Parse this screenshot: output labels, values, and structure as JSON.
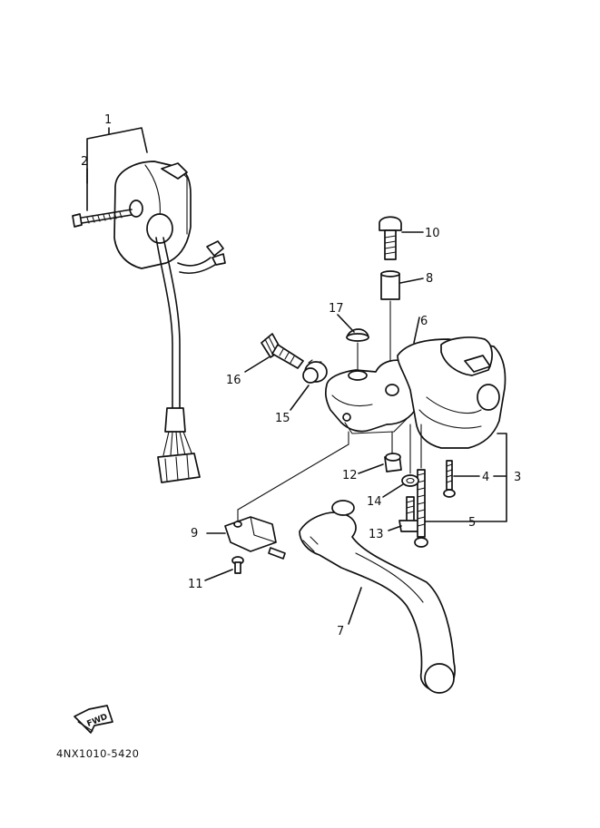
{
  "callouts": [
    {
      "id": "1",
      "label": "1"
    },
    {
      "id": "2",
      "label": "2"
    },
    {
      "id": "3",
      "label": "3"
    },
    {
      "id": "4",
      "label": "4"
    },
    {
      "id": "5",
      "label": "5"
    },
    {
      "id": "6",
      "label": "6"
    },
    {
      "id": "7",
      "label": "7"
    },
    {
      "id": "8",
      "label": "8"
    },
    {
      "id": "9",
      "label": "9"
    },
    {
      "id": "10",
      "label": "10"
    },
    {
      "id": "11",
      "label": "11"
    },
    {
      "id": "12",
      "label": "12"
    },
    {
      "id": "13",
      "label": "13"
    },
    {
      "id": "14",
      "label": "14"
    },
    {
      "id": "15",
      "label": "15"
    },
    {
      "id": "16",
      "label": "16"
    },
    {
      "id": "17",
      "label": "17"
    }
  ],
  "direction_marker": {
    "text": "FWD"
  },
  "diagram_code": "4NX1010-5420"
}
